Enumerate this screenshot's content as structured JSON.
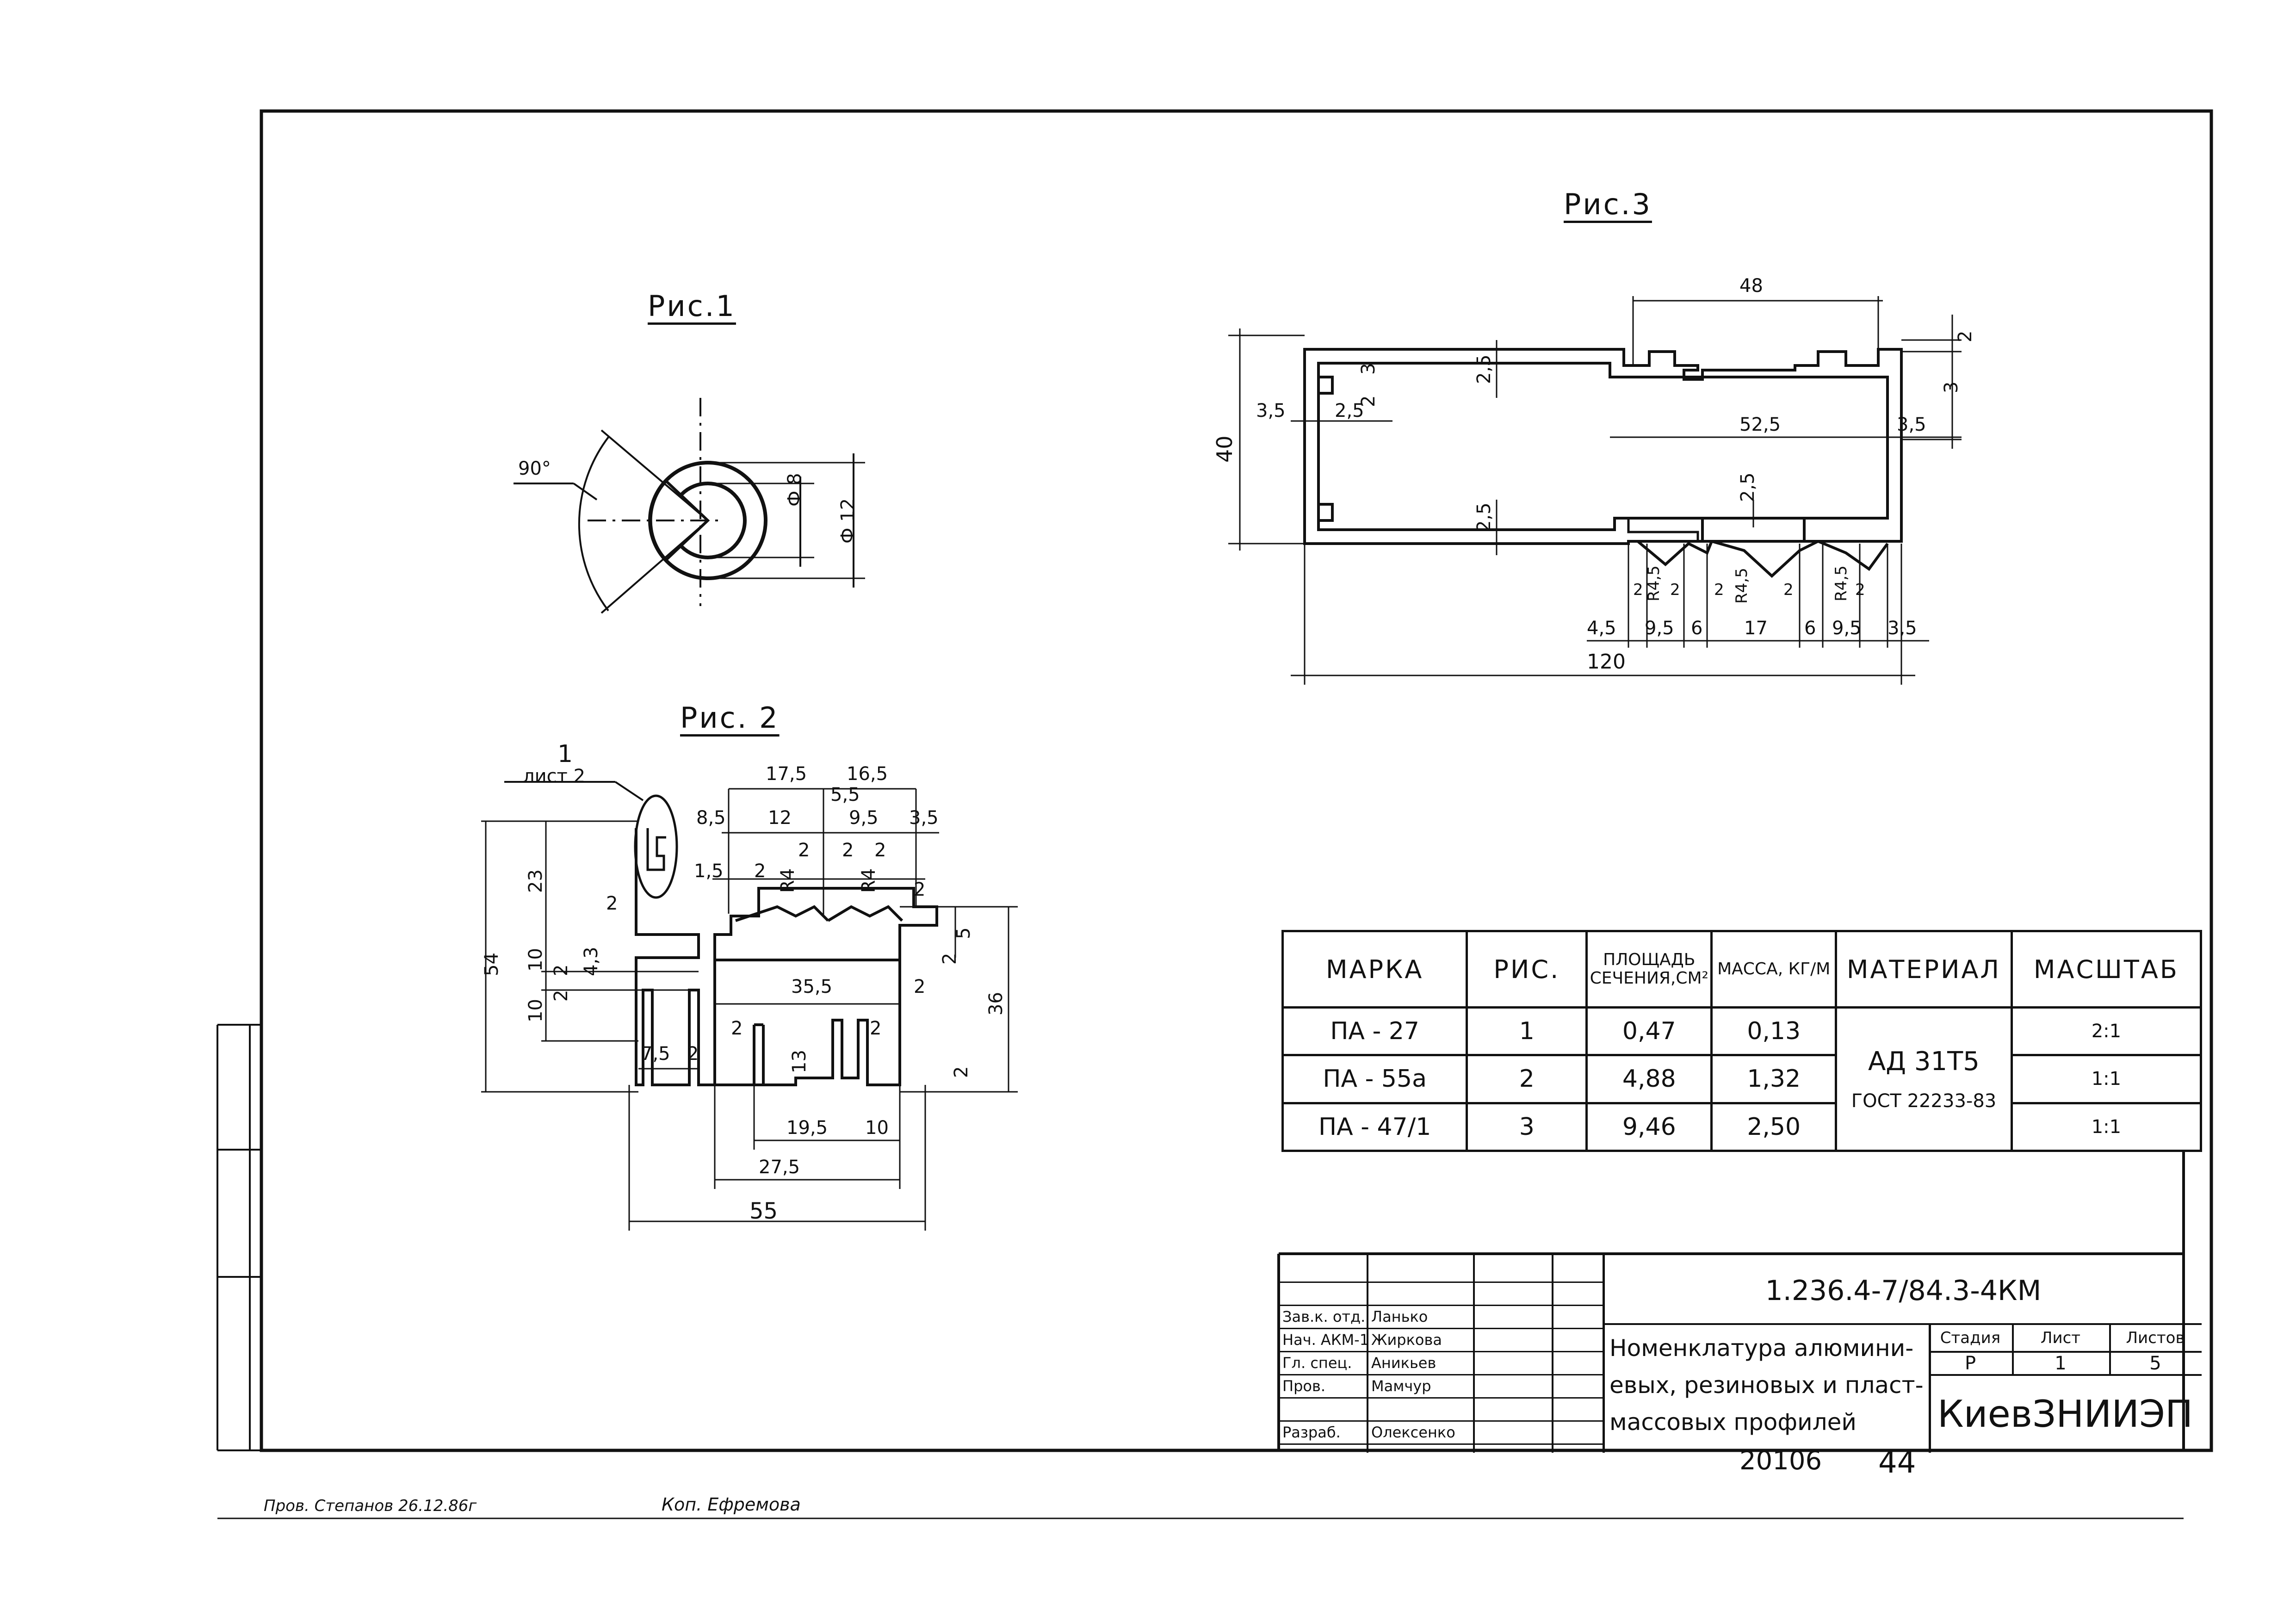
{
  "figures": {
    "fig1": {
      "title": "Рис.1",
      "dims": [
        "90°",
        "Ф 8",
        "Ф 12"
      ]
    },
    "fig2": {
      "title": "Рис. 2",
      "callout": {
        "number": "1",
        "sheet": "лист 2"
      },
      "dims": [
        "17,5",
        "16,5",
        "5,5",
        "8,5",
        "12",
        "9,5",
        "3,5",
        "1,5",
        "2",
        "2",
        "2",
        "2",
        "2",
        "2",
        "R4",
        "R4",
        "23",
        "54",
        "10",
        "2",
        "4,3",
        "10",
        "2",
        "5",
        "2",
        "35,5",
        "2",
        "36",
        "7,5",
        "2",
        "2",
        "2",
        "13",
        "2",
        "19,5",
        "10",
        "27,5",
        "55"
      ]
    },
    "fig3": {
      "title": "Рис.3",
      "dims": [
        "48",
        "2",
        "3",
        "2,5",
        "3",
        "3,5",
        "2,5",
        "2",
        "52,5",
        "3,5",
        "40",
        "2,5",
        "2,5",
        "R4,5",
        "R4,5",
        "R4,5",
        "2",
        "2",
        "2",
        "2",
        "2",
        "4,5",
        "9,5",
        "6",
        "17",
        "6",
        "9,5",
        "3,5",
        "120"
      ]
    }
  },
  "spec_table": {
    "headers": [
      "МАРКА",
      "РИС.",
      "ПЛОЩАДЬ СЕЧЕНИЯ,СМ²",
      "МАССА, КГ/М",
      "МАТЕРИАЛ",
      "МАСШТАБ"
    ],
    "rows": [
      [
        "ПА - 27",
        "1",
        "0,47",
        "0,13",
        "2:1"
      ],
      [
        "ПА - 55а",
        "2",
        "4,88",
        "1,32",
        "1:1"
      ],
      [
        "ПА - 47/1",
        "3",
        "9,46",
        "2,50",
        "1:1"
      ]
    ],
    "material": [
      "АД 31Т5",
      "ГОСТ 22233-83"
    ]
  },
  "title_block": {
    "designation": "1.236.4-7/84.3-4КМ",
    "staff": [
      {
        "role": "Зав.к. отд.",
        "name": "Ланько"
      },
      {
        "role": "Нач. АКМ-1",
        "name": "Жиркова"
      },
      {
        "role": "Гл. спец.",
        "name": "Аникьев"
      },
      {
        "role": "Пров.",
        "name": "Мамчур"
      },
      {
        "role": "Разраб.",
        "name": "Олексенко"
      }
    ],
    "title_lines": [
      "Номенклатура алюмини-",
      "евых, резиновых и пласт-",
      "массовых профилей"
    ],
    "stage_label": "Стадия",
    "sheet_label": "Лист",
    "sheets_label": "Листов",
    "stage": "Р",
    "sheet": "1",
    "sheets": "5",
    "organization": "КиевЗНИИЭП"
  },
  "footer": {
    "inventory": "20106",
    "page": "44",
    "checked": "Пров. Степанов 26.12.86г",
    "copy": "Коп. Ефремова"
  }
}
